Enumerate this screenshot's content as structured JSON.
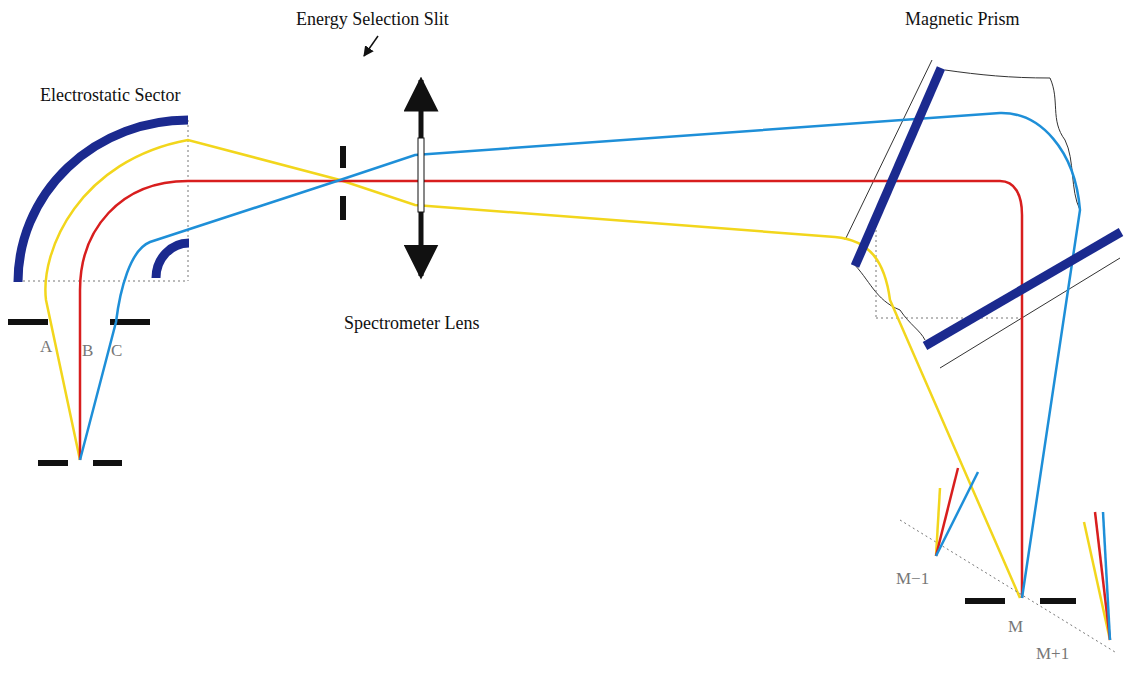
{
  "diagram": {
    "labels": [
      "Energy Selection Slit",
      "Magnetic Prism",
      "Electrostatic Sector",
      "Spectrometer Lens",
      "A",
      "B",
      "C",
      "M−1",
      "M",
      "M+1"
    ]
  }
}
